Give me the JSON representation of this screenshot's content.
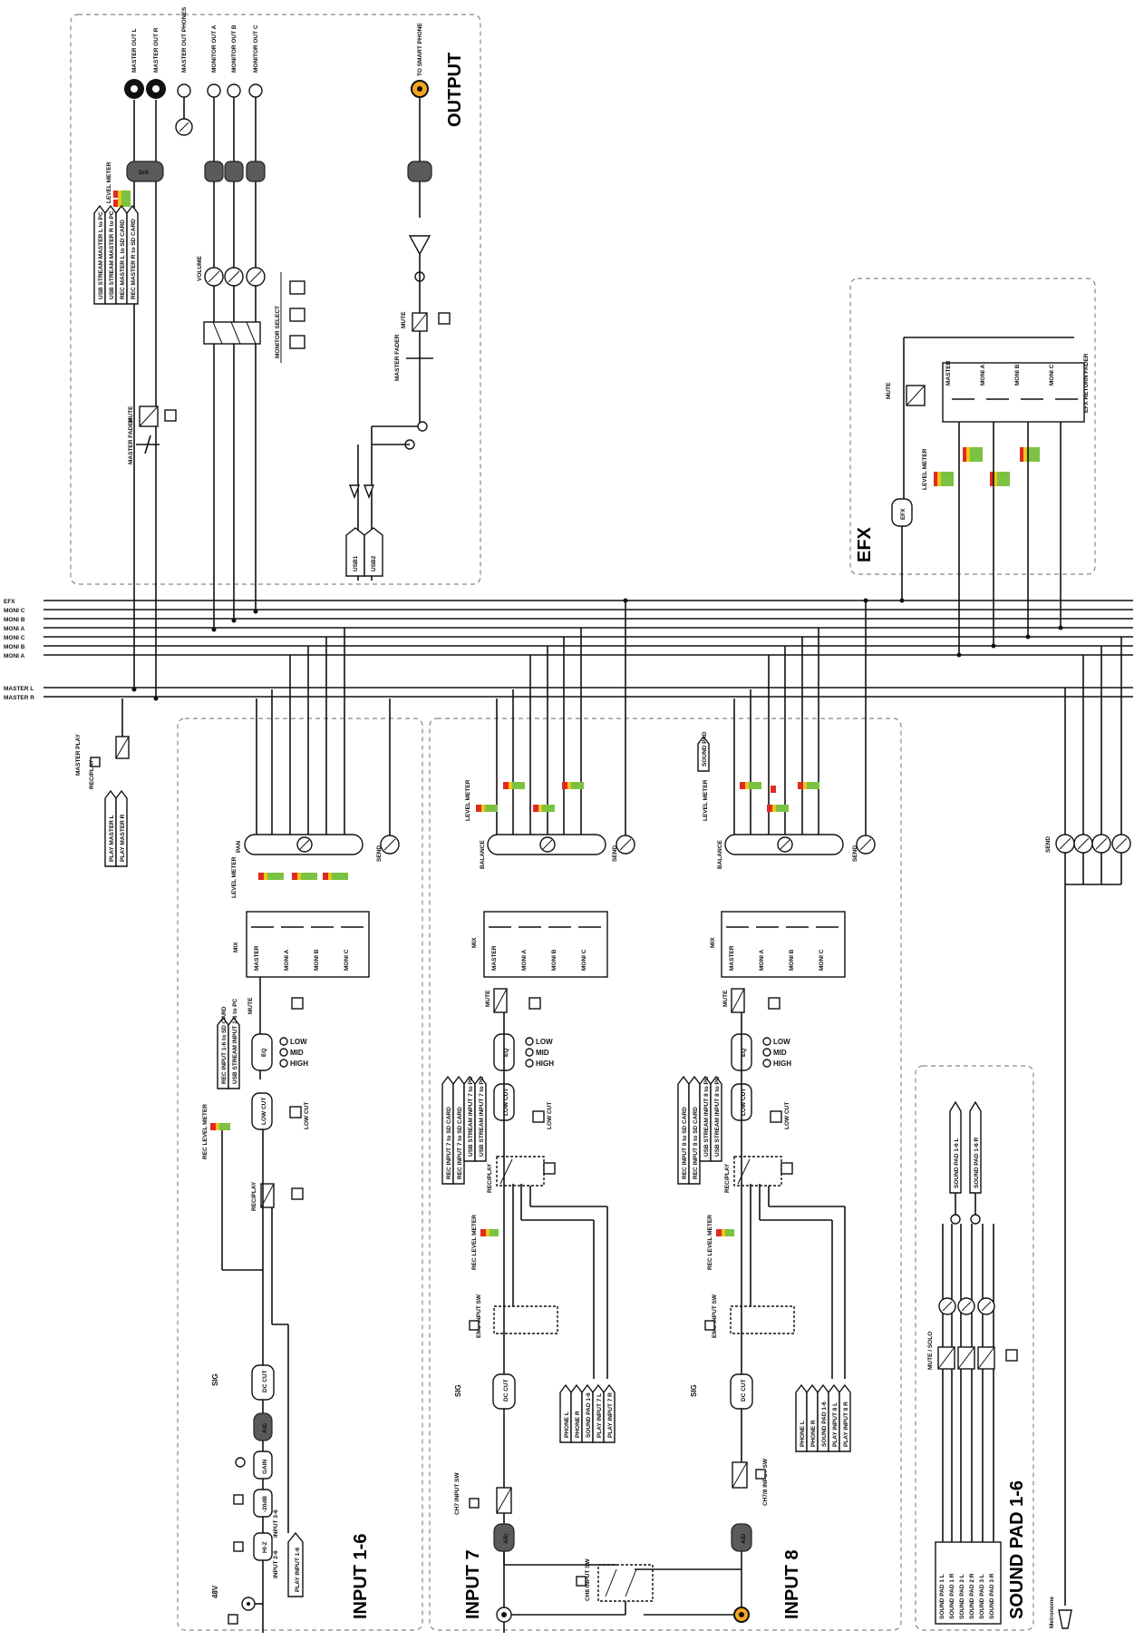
{
  "sections": {
    "output": "OUTPUT",
    "efx": "EFX",
    "input16": "INPUT 1-6",
    "input7": "INPUT 7",
    "input8": "INPUT 8",
    "soundpad": "SOUND PAD 1-6"
  },
  "output_labels": {
    "master_out_l": "MASTER OUT L",
    "master_out_r": "MASTER OUT R",
    "master_out_phones": "MASTER OUT PHONES",
    "monitor_out_a": "MONITOR OUT A",
    "monitor_out_b": "MONITOR OUT B",
    "monitor_out_c": "MONITOR OUT C",
    "to_smart_phone": "TO SMART PHONE",
    "level_meter": "LEVEL METER",
    "volume": "VOLUME",
    "monitor_select": "MONITOR SELECT",
    "mute": "MUTE",
    "master_fader": "MASTER FADER",
    "usb1": "USB1",
    "usb2": "USB2",
    "da": "D/A"
  },
  "usb_arrows": [
    "USB STREAM MASTER L to PC",
    "USB STREAM MASTER R to PC",
    "REC MASTER L to SD CARD",
    "REC MASTER R to SD CARD"
  ],
  "bus_labels": [
    "EFX",
    "MONI C",
    "MONI B",
    "MONI A",
    "MONI C",
    "MONI B",
    "MONI A"
  ],
  "master_bus_labels": [
    "MASTER L",
    "MASTER R"
  ],
  "master_play": {
    "title": "MASTER PLAY",
    "rec_play": "REC/PLAY",
    "arrows": [
      "PLAY MASTER L",
      "PLAY MASTER R"
    ]
  },
  "efx_labels": {
    "mute": "MUTE",
    "level_meter": "LEVEL METER",
    "efx": "EFX",
    "faders": [
      "MASTER",
      "MONI A",
      "MONI B",
      "MONI C"
    ],
    "return_fader": "EFX RETURN FADER"
  },
  "input16_labels": {
    "pan": "PAN",
    "send": "SEND",
    "level_meter": "LEVEL METER",
    "mix": "MIX",
    "faders": [
      "MASTER",
      "MONI A",
      "MONI B",
      "MONI C"
    ],
    "mute": "MUTE",
    "eq": "EQ",
    "low": "LOW",
    "mid": "MID",
    "high": "HIGH",
    "low_cut_block": "LOW CUT",
    "low_cut": "LOW CUT",
    "rec_play": "REC/PLAY",
    "rec_level_meter": "REC LEVEL METER",
    "dc_cut": "DC CUT",
    "ad": "A/D",
    "gain": "GAIN",
    "pad": "-20dB",
    "hiz": "HI-Z",
    "sig": "SIG",
    "phantom": "48V",
    "input_26": "INPUT 2-6",
    "input_36": "INPUT 3-6",
    "play_arrow": "PLAY INPUT 1-6",
    "rec_arrows": [
      "REC INPUT 1-6 to SD CARD",
      "USB STREAM INPUT 1-6 to PC"
    ]
  },
  "input7_labels": {
    "balance": "BALANCE",
    "send": "SEND",
    "level_meter": "LEVEL METER",
    "mix": "MIX",
    "faders": [
      "MASTER",
      "MONI A",
      "MONI B",
      "MONI C"
    ],
    "mute": "MUTE",
    "eq": "EQ",
    "low": "LOW",
    "mid": "MID",
    "high": "HIGH",
    "low_cut_block": "LOW CUT",
    "low_cut": "LOW CUT",
    "rec_play": "REC/PLAY",
    "rec_level_meter": "REC LEVEL METER",
    "emu_sw": "EMU INPUT SW",
    "dc_cut": "DC CUT",
    "sig": "SIG",
    "ad": "A/D",
    "ch_sw": "CH7 INPUT SW",
    "rec_arrows": [
      "REC INPUT 7 to SD CARD",
      "REC INPUT 7 to SD CARD",
      "USB STREAM INPUT 7 to PC",
      "USB STREAM INPUT 7 to PC"
    ],
    "src_arrows": [
      "PHONE L",
      "PHONE R",
      "SOUND PAD 1-6",
      "PLAY INPUT 7 L",
      "PLAY INPUT 7 R"
    ]
  },
  "input8_labels": {
    "balance": "BALANCE",
    "send": "SEND",
    "level_meter": "LEVEL METER",
    "mix": "MIX",
    "faders": [
      "MASTER",
      "MONI A",
      "MONI B",
      "MONI C"
    ],
    "mute": "MUTE",
    "eq": "EQ",
    "low": "LOW",
    "mid": "MID",
    "high": "HIGH",
    "low_cut_block": "LOW CUT",
    "low_cut": "LOW CUT",
    "rec_play": "REC/PLAY",
    "rec_level_meter": "REC LEVEL METER",
    "emu_sw": "EMU INPUT SW",
    "dc_cut": "DC CUT",
    "sig": "SIG",
    "ad": "A/D",
    "ch_sw": "CH8 INPUT SW",
    "stereo_sw": "CH7/8 INPUT SW",
    "top_arrow": "SOUND PAD",
    "rec_arrows": [
      "REC INPUT 8 to SD CARD",
      "REC INPUT 8 to SD CARD",
      "USB STREAM INPUT 8 to PC",
      "USB STREAM INPUT 8 to PC"
    ],
    "src_arrows": [
      "PHONE L",
      "PHONE R",
      "SOUND PAD 1-6",
      "PLAY INPUT 8 L",
      "PLAY INPUT 8 R"
    ]
  },
  "soundpad_labels": {
    "out_arrows": [
      "SOUND PAD 1-6 L",
      "SOUND PAD 1-6 R"
    ],
    "mute": "MUTE / SOLO",
    "in_arrows": [
      "SOUND PAD 1 L",
      "SOUND PAD 1 R",
      "SOUND PAD 2 L",
      "SOUND PAD 2 R",
      "SOUND PAD 3 L",
      "SOUND PAD 3 R"
    ]
  },
  "misc_labels": {
    "send_knobs": "SEND",
    "metronome": "Metronome"
  },
  "colors": {
    "meter_red": "#e02a1f",
    "meter_yellow": "#f0c419",
    "meter_green": "#7cc242",
    "jack_orange": "#f5a623"
  }
}
